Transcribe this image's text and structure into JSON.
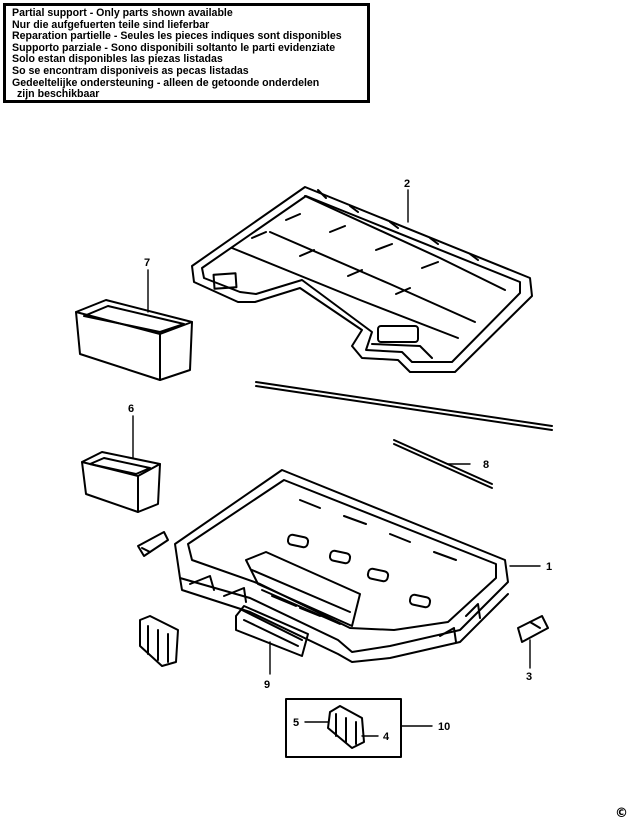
{
  "notice": {
    "lines": [
      "Partial support - Only parts shown available",
      "Nur die aufgefuerten teile sind lieferbar",
      "Reparation partielle - Seules les pieces indiques sont disponibles",
      "Supporto parziale - Sono disponibili soltanto le parti evidenziate",
      "Solo estan disponibles las piezas listadas",
      "So se encontram disponiveis as pecas listadas",
      "Gedeeltelijke ondersteuning - alleen de getoonde onderdelen",
      "zijn beschikbaar"
    ]
  },
  "callouts": {
    "c1": "1",
    "c2": "2",
    "c3": "3",
    "c4": "4",
    "c5": "5",
    "c6": "6",
    "c7": "7",
    "c8": "8",
    "c9": "9",
    "c10": "10"
  },
  "copyright": "©"
}
